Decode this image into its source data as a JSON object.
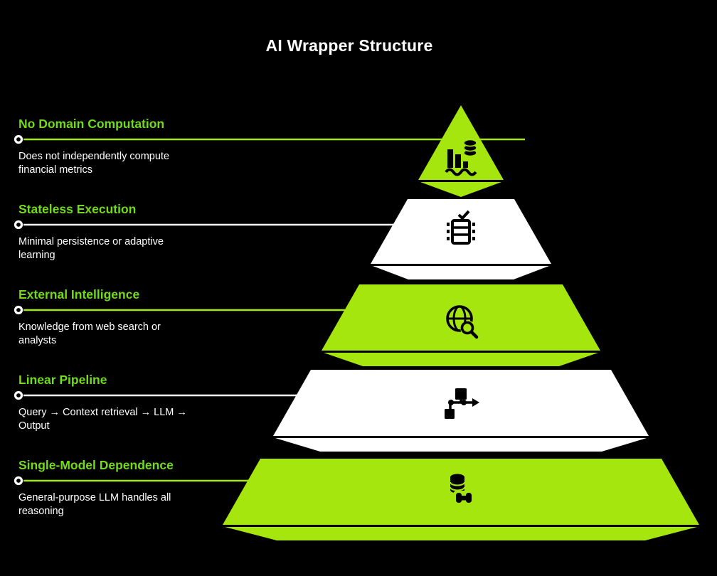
{
  "title": "AI Wrapper Structure",
  "colors": {
    "background": "#000000",
    "accent_green": "#70DC16",
    "pyramid_green": "#A4E60D",
    "title_white": "#FFFFFF",
    "body_white": "#FFFFFF",
    "icon_black": "#000000",
    "connector_dot_stroke": "#FFFFFF",
    "connector_dot_fill": "#000000"
  },
  "levels": [
    {
      "title": "No Domain Computation",
      "description": "Does not independently compute financial metrics",
      "color": "#A4E60D",
      "icon": "bar-chart-coins-icon"
    },
    {
      "title": "Stateless Execution",
      "description": "Minimal persistence or adaptive learning",
      "color": "#FFFFFF",
      "icon": "chip-checklist-icon"
    },
    {
      "title": "External Intelligence",
      "description": "Knowledge from web search or analysts",
      "color": "#A4E60D",
      "icon": "globe-search-icon"
    },
    {
      "title": "Linear Pipeline",
      "description": "Query → Context retrieval → LLM → Output",
      "color": "#FFFFFF",
      "icon": "flowchart-icon"
    },
    {
      "title": "Single-Model Dependence",
      "description": "General-purpose LLM handles all reasoning",
      "color": "#A4E60D",
      "icon": "database-link-icon"
    }
  ]
}
